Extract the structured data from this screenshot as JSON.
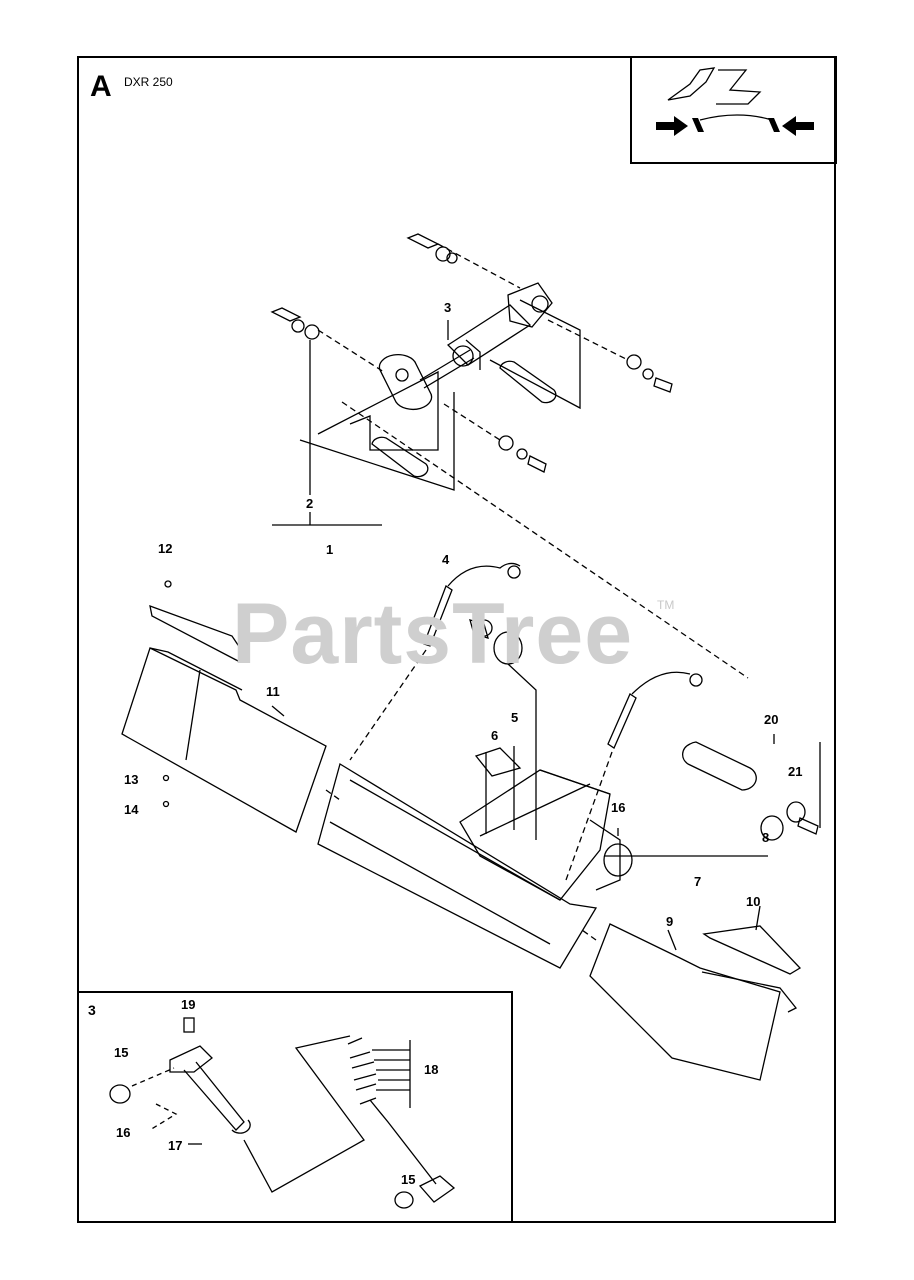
{
  "header": {
    "section_letter": "A",
    "model": "DXR 250"
  },
  "inset": {
    "label": "3"
  },
  "watermark": {
    "brand": "PartsTree",
    "trademark": "TM"
  },
  "callouts": {
    "c1": "1",
    "c2": "2",
    "c3": "3",
    "c4": "4",
    "c5": "5",
    "c6": "6",
    "c7": "7",
    "c8": "8",
    "c9": "9",
    "c10": "10",
    "c11": "11",
    "c12": "12",
    "c13": "13",
    "c14": "14",
    "c15a": "15",
    "c15b": "15",
    "c16a": "16",
    "c16b": "16",
    "c17": "17",
    "c18": "18",
    "c19": "19",
    "c20": "20",
    "c21": "21"
  }
}
